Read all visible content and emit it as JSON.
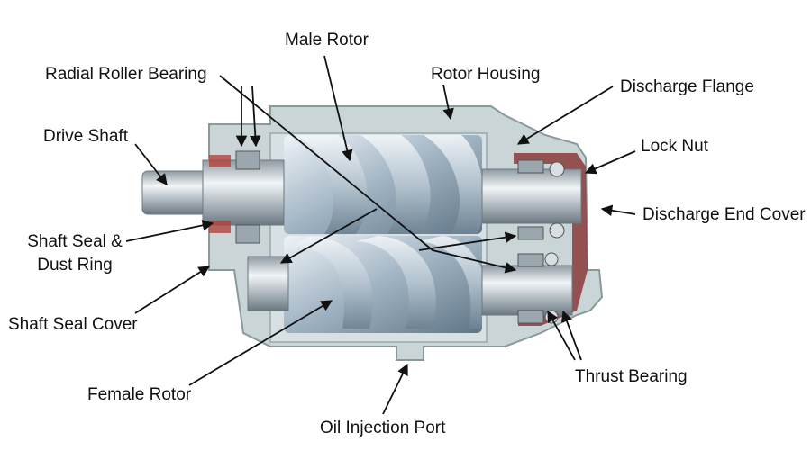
{
  "labels": {
    "male_rotor": "Male Rotor",
    "radial_roller_bearing": "Radial Roller Bearing",
    "rotor_housing": "Rotor Housing",
    "discharge_flange": "Discharge Flange",
    "drive_shaft": "Drive Shaft",
    "lock_nut": "Lock Nut",
    "discharge_end_cover": "Discharge End Cover",
    "shaft_seal_line1": "Shaft Seal &",
    "shaft_seal_line2": "Dust Ring",
    "shaft_seal_cover": "Shaft Seal Cover",
    "female_rotor": "Female Rotor",
    "thrust_bearing": "Thrust Bearing",
    "oil_injection_port": "Oil Injection Port"
  },
  "colors": {
    "housing": "#c9d5d6",
    "housing_edge": "#8a9a9c",
    "rotor_light": "#e6ecf2",
    "rotor_dark": "#6f8595",
    "cover_red": "#8b3a3a",
    "shaft": "#b9c2c8",
    "arrow": "#111111"
  }
}
